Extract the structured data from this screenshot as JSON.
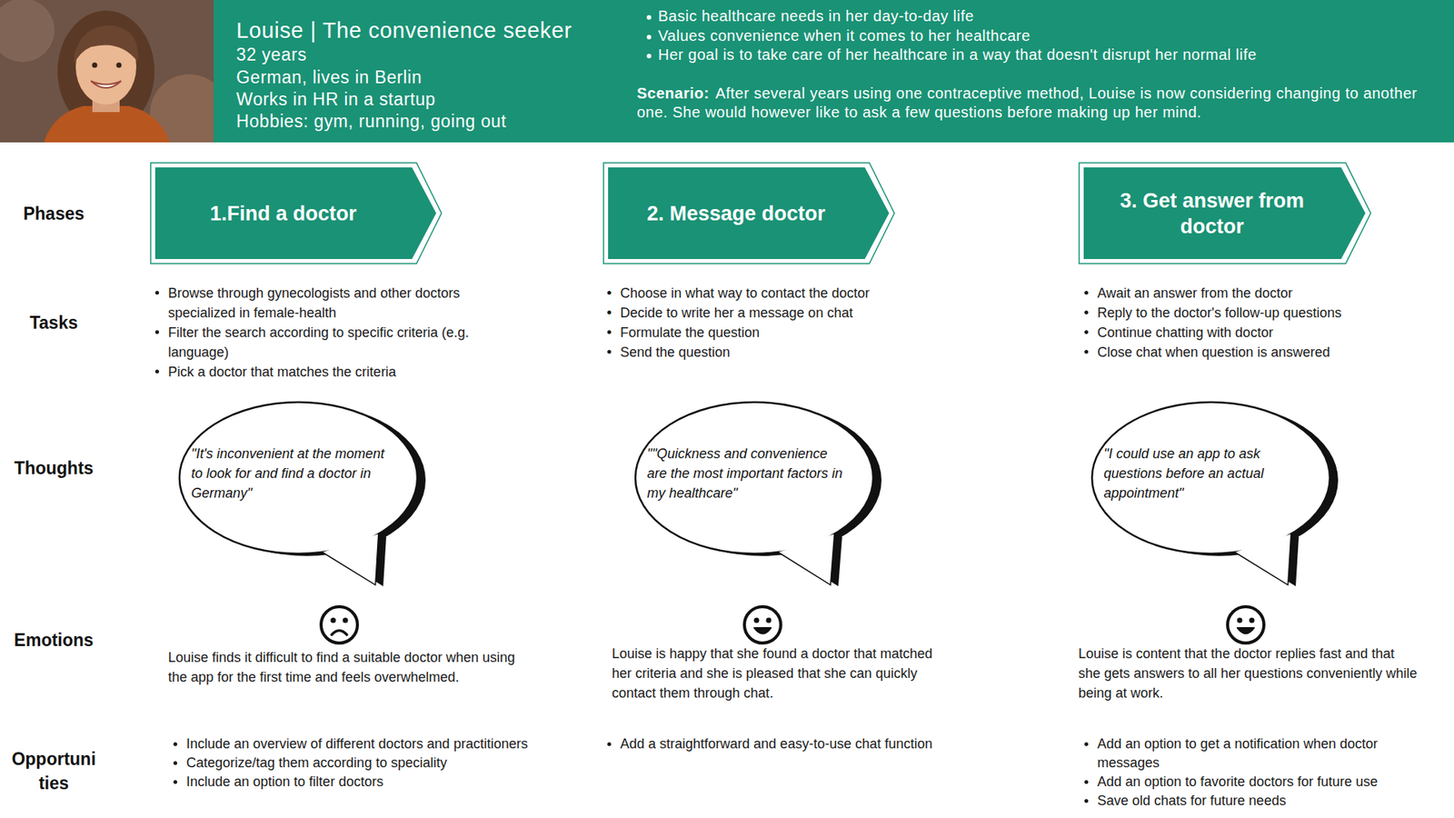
{
  "diagram": {
    "nodes": [
      {
        "text": [
          "Louise | The convenience seeker",
          "32 years",
          "German, lives in Berlin",
          "Works in HR in a startup",
          "Hobbies: gym, running, going out",
          "Basic healthcare needs in her day-to-day life",
          "Values convenience when it comes to her healthcare",
          "Her goal is to take care of her healthcare in a way that doesn't disrupt her normal life",
          "Scenario:",
          "After several years using one contraceptive method, Louise is now considering changing to another one. She would however like to ask a few questions before making up her mind."
        ]
      },
      {
        "text": [
          "1.Find a doctor"
        ]
      },
      {
        "text": [
          "2. Message doctor"
        ]
      },
      {
        "text": [
          "3. Get answer from doctor"
        ]
      },
      {
        "text": [
          "\"It's inconvenient at the moment to look for and find a doctor in Germany\""
        ]
      },
      {
        "text": [
          "\"\"Quickness and convenience are the most important factors in my healthcare\""
        ]
      },
      {
        "text": [
          "\"I could use an app to ask questions before an actual appointment\""
        ]
      }
    ],
    "labels": [
      "Phases",
      "Tasks",
      "Browse through gynecologists and other doctors specialized in female-health",
      "Filter the search according to specific criteria (e.g. language)",
      "Pick a doctor that matches the criteria",
      "Choose in what way to contact the doctor",
      "Decide to write her a message on chat",
      "Formulate the question",
      "Send the question",
      "Await an answer from the doctor",
      "Reply to the doctor's follow-up questions",
      "Continue chatting with doctor",
      "Close chat when question is answered",
      "Thoughts",
      "Emotions",
      "Louise finds it difficult to find a suitable doctor when using the app for the first time and feels overwhelmed.",
      "Louise is happy that she found a doctor that matched her criteria and she is pleased that she can quickly contact them through chat.",
      "Louise is content that the doctor replies fast and that she gets answers to all her questions conveniently while being at work.",
      "Opportuni ties",
      "Include an overview of different doctors and practitioners",
      "Categorize/tag them according to speciality",
      "Include an option to filter doctors",
      "Add a straightforward and easy-to-use chat function",
      "Add an option to get a notification when doctor messages",
      "Add an option to favorite doctors for future use",
      "Save old chats for future needs"
    ]
  }
}
